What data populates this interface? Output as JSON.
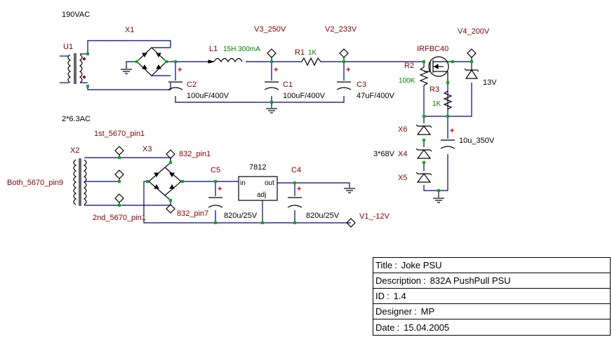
{
  "schematic": {
    "mains_label": "190VAC",
    "heater_label": "2*6.3AC",
    "components": {
      "u1": "U1",
      "x1": "X1",
      "c2": "C2",
      "c2_val": "100uF/400V",
      "l1": "L1",
      "l1_val": "15H 300mA",
      "c1": "C1",
      "c1_val": "100uF/400V",
      "r1": "R1",
      "r1_val": "1K",
      "c3": "C3",
      "c3_val": "47uF/400V",
      "mosfet": "IRFBC40",
      "r2": "R2",
      "r2_val": "100K",
      "r3": "R3",
      "r3_val": "1K",
      "zener_top_val": "13V",
      "c_big_val": "10u_350V",
      "x6": "X6",
      "x4": "X4",
      "x5": "X5",
      "zener_stack_val": "3*68V",
      "x2": "X2",
      "x3": "X3",
      "c5": "C5",
      "c5_val": "820u/25V",
      "reg": "7812",
      "reg_in": "in",
      "reg_out": "out",
      "reg_adj": "adj",
      "c4": "C4",
      "c4_val": "820u/25V"
    },
    "nets": {
      "v3": "V3_250V",
      "v2": "V2_233V",
      "v4": "V4_200V",
      "pin1_5670_1st": "1st_5670_pin1",
      "pin9_5670": "Both_5670_pin9",
      "pin1_5670_2nd": "2nd_5670_pin1",
      "pin1_832": "832_pin1",
      "pin7_832": "832_pin7",
      "v1": "V1_-12V"
    }
  },
  "title_block": {
    "title_key": "Title",
    "title_val": "Joke PSU",
    "desc_key": "Description",
    "desc_val": "832A PushPull PSU",
    "id_key": "ID",
    "id_val": "1.4",
    "designer_key": "Designer",
    "designer_val": "MP",
    "date_key": "Date",
    "date_val": "15.04.2005"
  },
  "colors": {
    "wire": "#000080",
    "junction": "#00b000",
    "ref": "#800000",
    "plus": "#cc0000"
  }
}
